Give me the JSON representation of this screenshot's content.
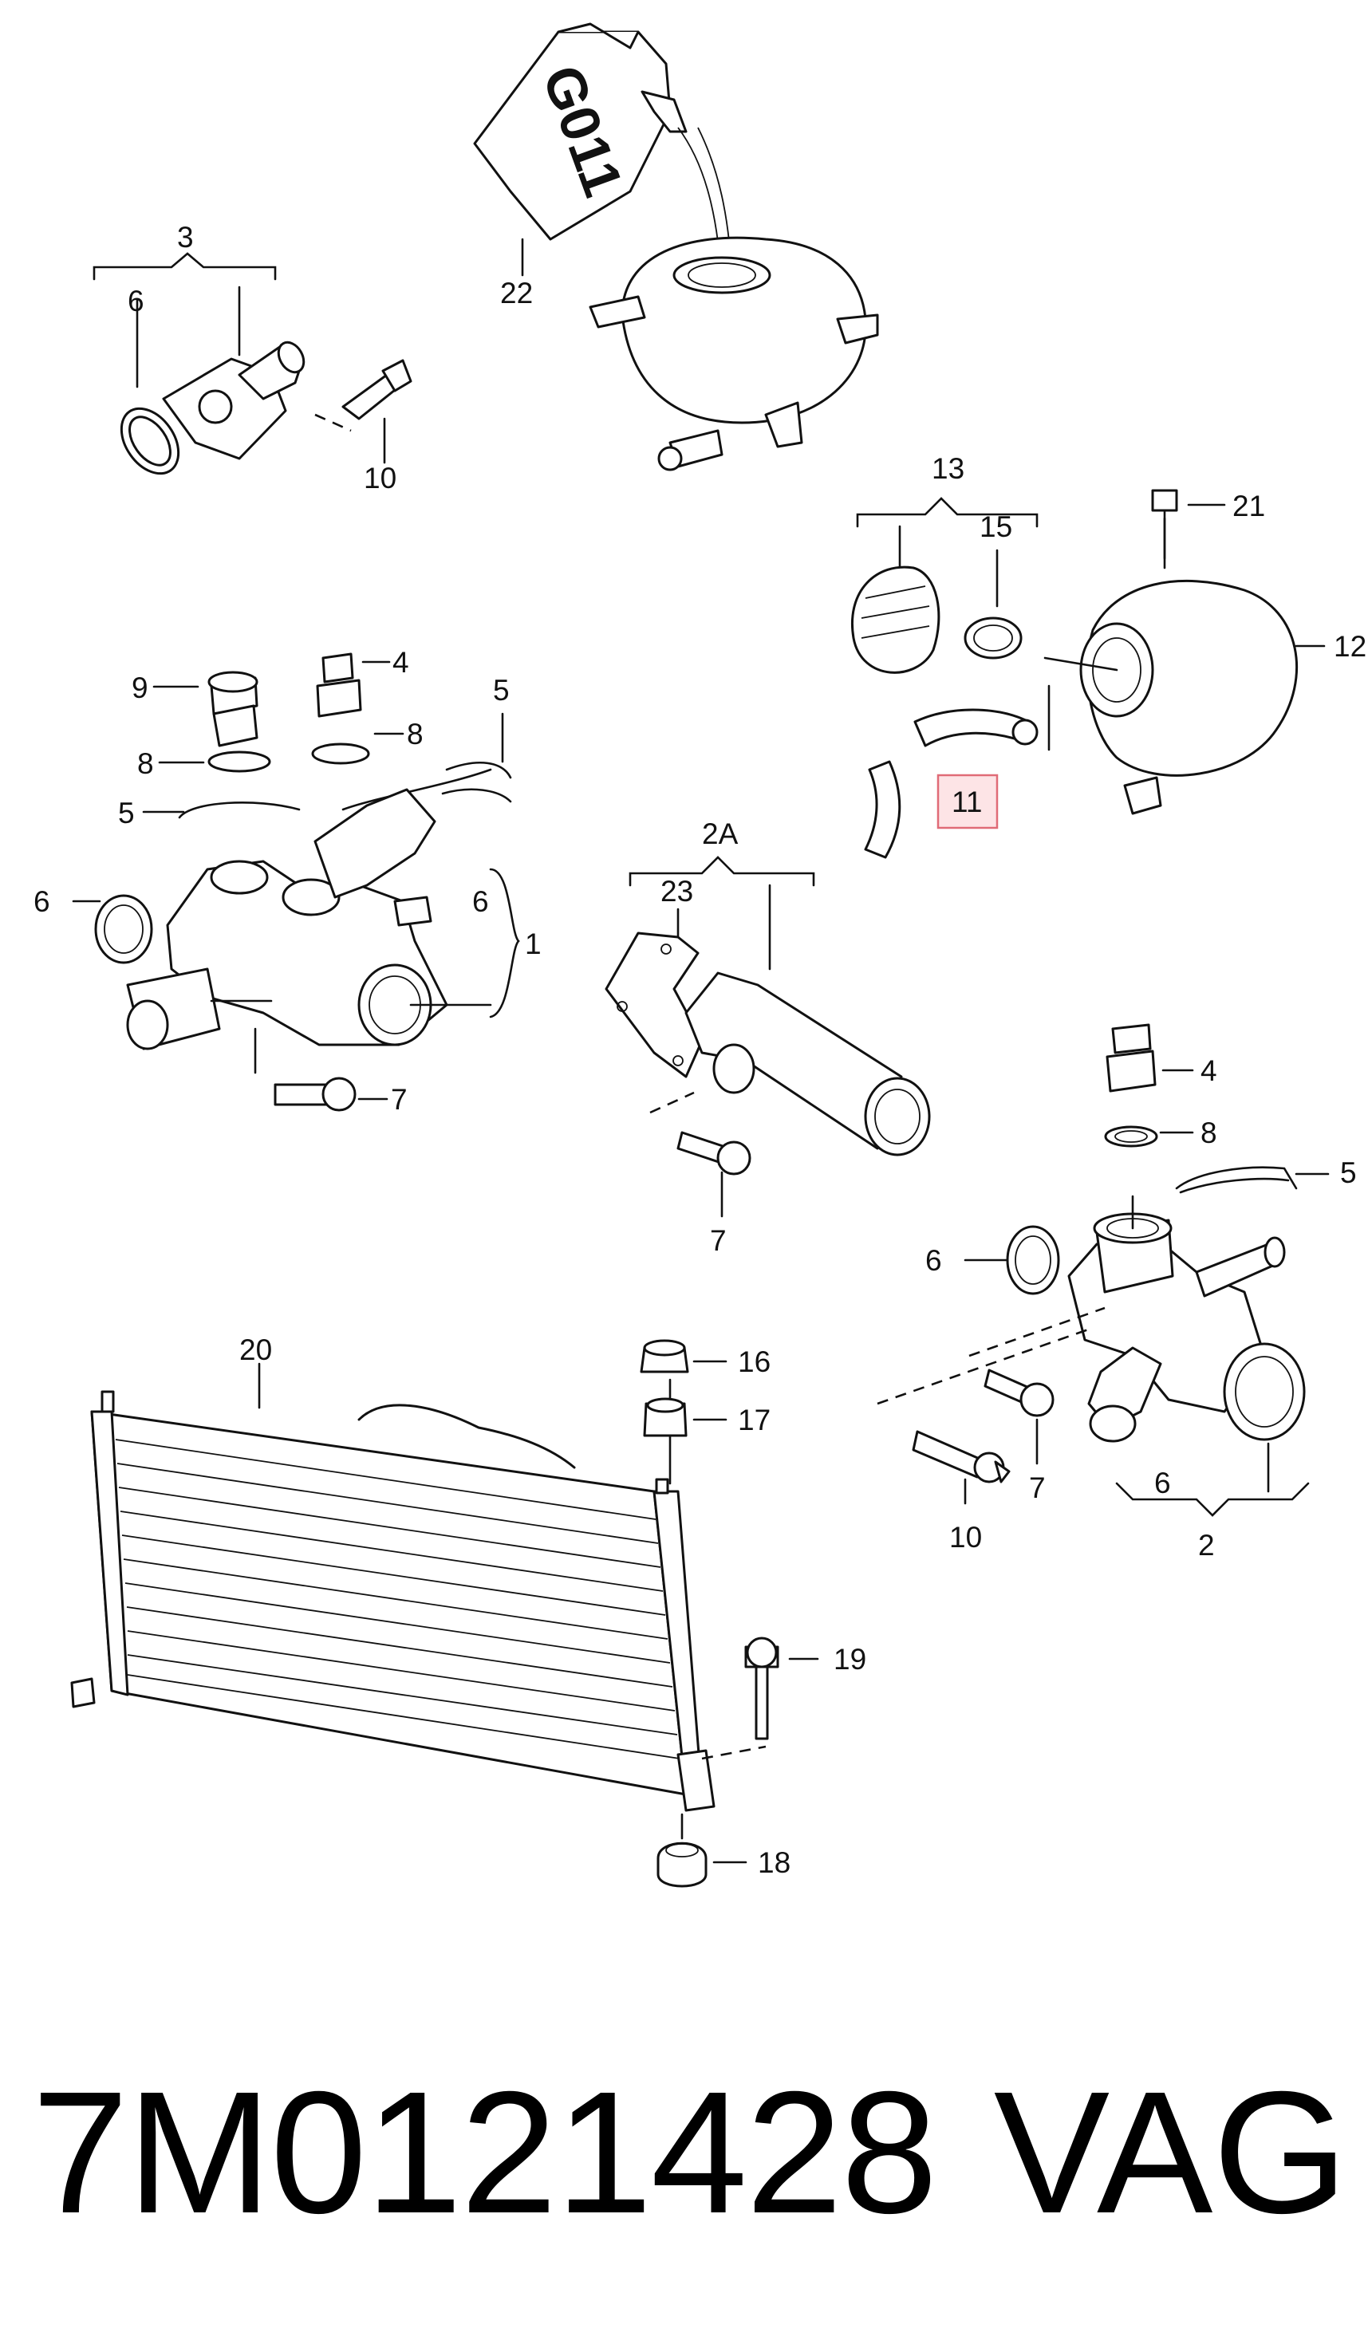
{
  "callouts": {
    "c3": "3",
    "c6a": "6",
    "c10a": "10",
    "c22": "22",
    "c13": "13",
    "c15": "15",
    "c21": "21",
    "c12": "12",
    "c11": "11",
    "c9": "9",
    "c4a": "4",
    "c8a": "8",
    "c8b": "8",
    "c5a": "5",
    "c5b": "5",
    "c6b": "6",
    "c6c": "6",
    "c1": "1",
    "c7a": "7",
    "c2A": "2A",
    "c23": "23",
    "c7b": "7",
    "c4b": "4",
    "c8c": "8",
    "c5c": "5",
    "c6d": "6",
    "c7c": "7",
    "c10b": "10",
    "c6e": "6",
    "c2": "2",
    "c20": "20",
    "c16": "16",
    "c17": "17",
    "c19": "19",
    "c18": "18"
  },
  "footer": {
    "part_number": "7M0121428",
    "brand": "VAG"
  },
  "colors": {
    "highlight_fill": "#fde4e6",
    "highlight_border": "#e06b77",
    "line": "#111111"
  }
}
